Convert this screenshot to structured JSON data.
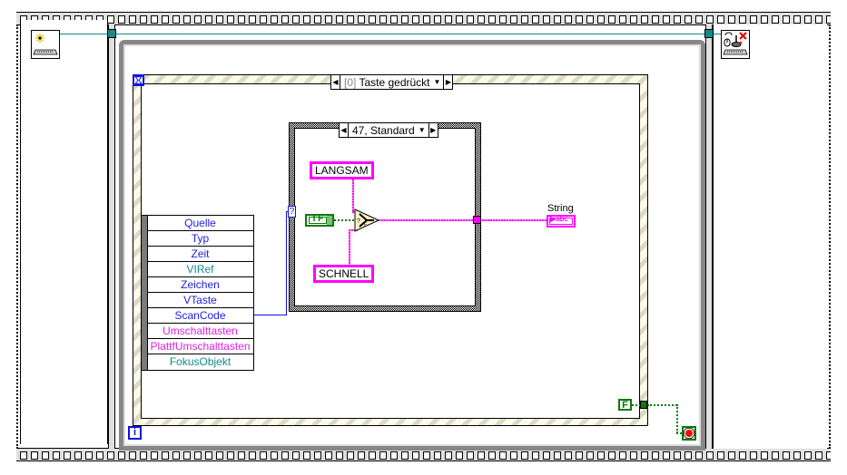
{
  "diagram": {
    "type": "LabVIEW block diagram",
    "event_structure": {
      "selector_index": "[0]",
      "selector_label": "Taste gedrückt"
    },
    "case_structure": {
      "selector_label": "47, Standard"
    },
    "event_data_node": {
      "items": [
        {
          "label": "Quelle",
          "color": "#2020e0"
        },
        {
          "label": "Typ",
          "color": "#2020e0"
        },
        {
          "label": "Zeit",
          "color": "#2020e0"
        },
        {
          "label": "VIRef",
          "color": "#128a8a"
        },
        {
          "label": "Zeichen",
          "color": "#2020e0"
        },
        {
          "label": "VTaste",
          "color": "#2020e0"
        },
        {
          "label": "ScanCode",
          "color": "#2020e0"
        },
        {
          "label": "Umschalttasten",
          "color": "#e020e0"
        },
        {
          "label": "PlattfUmschalttasten",
          "color": "#e020e0"
        },
        {
          "label": "FokusObjekt",
          "color": "#128a8a"
        }
      ]
    },
    "constants": {
      "string_true": "LANGSAM",
      "string_false": "SCHNELL",
      "boolean_tf": "TF",
      "boolean_false": "F",
      "selector_tunnel": "?"
    },
    "indicator": {
      "label": "String",
      "type_glyph": "abc"
    },
    "icons": {
      "open_input_device": "keyboard-acquire-icon",
      "close_input_device": "close-input-device-icon",
      "timeout_terminal": "hourglass-icon",
      "iteration_terminal": "i",
      "stop_terminal": "stop-icon",
      "select_function": "select-icon"
    },
    "colors": {
      "string_wire": "#ff00ff",
      "boolean_wire": "#0a7a0a",
      "refnum_wire": "#128a8a",
      "integer_wire": "#1010e0"
    }
  }
}
